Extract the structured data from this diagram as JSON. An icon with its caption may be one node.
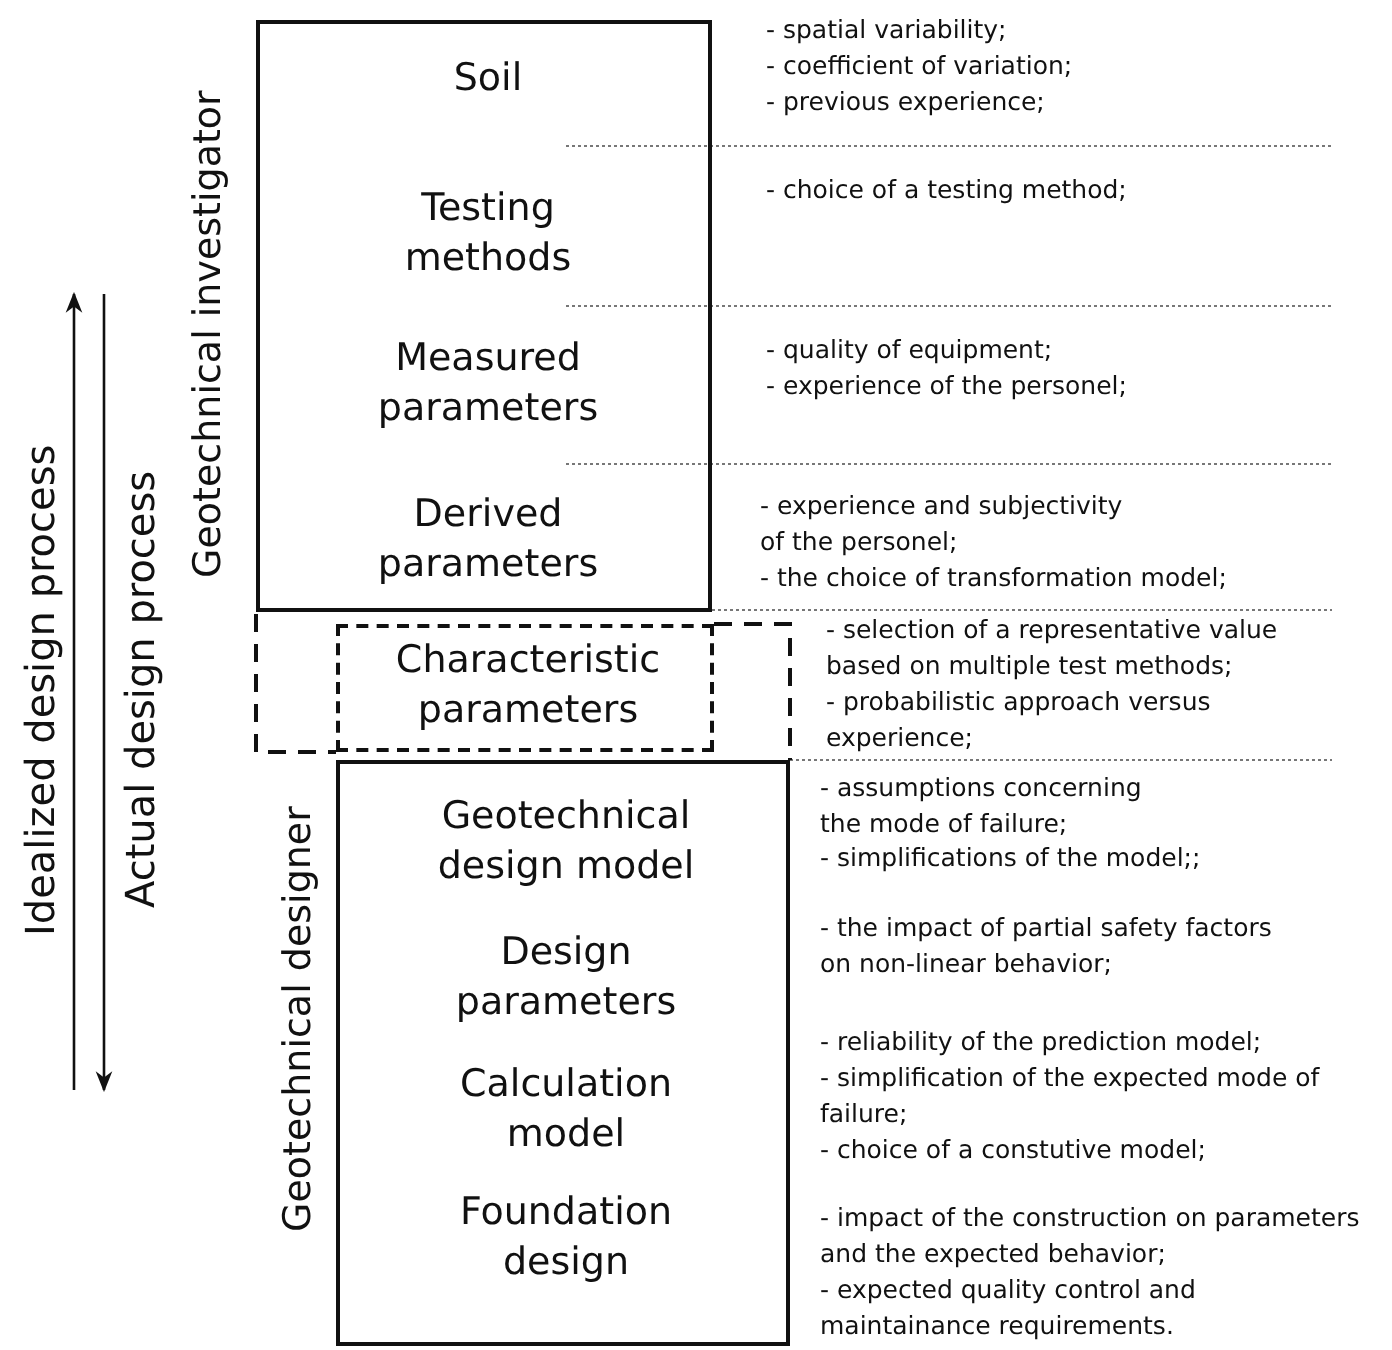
{
  "diagram": {
    "nodes": [
      {
        "text": [
          "Geotechnical investigator",
          "Soil",
          "Testing methods",
          "Measured parameters",
          "Derived parameters"
        ]
      },
      {
        "text": [
          "Characteristic parameters"
        ]
      },
      {
        "text": [
          "Geotechnical designer",
          "Geotechnical design model",
          "Design parameters",
          "Calculation model",
          "Foundation design"
        ]
      }
    ],
    "edges": [],
    "labels": [
      "Idealized design process",
      "Actual design process",
      "- spatial variability;",
      "- coefficient of variation;",
      "- previous experience;",
      "- choice of a testing method;",
      "- quality of equipment;",
      "- experience of the personel;",
      "- experience and subjectivity of the personel;",
      "- the choice of transformation model;",
      "- selection of a representative value based on multiple test methods;",
      "- probabilistic approach versus experience;",
      "- assumptions concerning the mode of failure;",
      "- simplifications of the model;;",
      "- the impact of partial safety factors on non-linear behavior;",
      "- reliability of the prediction model;",
      "- simplification of the expected mode of failure;",
      "- choice of a constutive model;",
      "- impact of the construction on parameters and the expected behavior;",
      "- expected quality control and maintainance requirements."
    ]
  }
}
